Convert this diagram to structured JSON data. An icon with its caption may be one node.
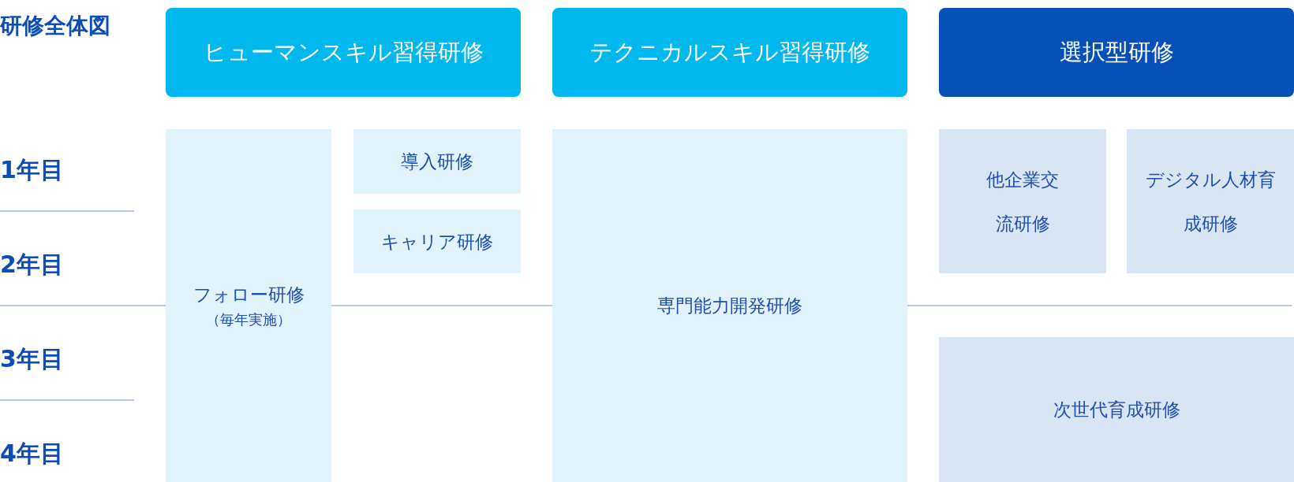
{
  "diagram": {
    "title": "研修全体図",
    "nodes": [
      {
        "text": [
          "ヒューマンスキル習得研修"
        ]
      },
      {
        "text": [
          "テクニカルスキル習得研修"
        ]
      },
      {
        "text": [
          "選択型研修"
        ]
      },
      {
        "text": [
          "フォロー研修",
          "（毎年実施）"
        ]
      },
      {
        "text": [
          "導入研修"
        ]
      },
      {
        "text": [
          "キャリア研修"
        ]
      },
      {
        "text": [
          "専門能力開発研修"
        ]
      },
      {
        "text": [
          "他企業交流研修"
        ]
      },
      {
        "text": [
          "デジタル人材育成研修"
        ]
      },
      {
        "text": [
          "次世代育成研修"
        ]
      }
    ],
    "edges": [],
    "labels": [
      "1年目",
      "2年目",
      "3年目",
      "4年目"
    ]
  }
}
